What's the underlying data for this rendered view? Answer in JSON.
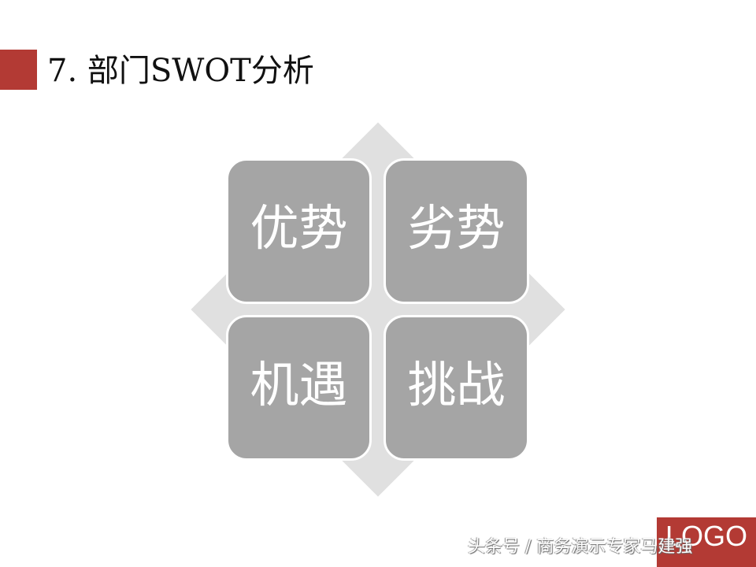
{
  "slide": {
    "title": "7. 部门SWOT分析",
    "accent_color": "#b33a34"
  },
  "swot": {
    "strengths": "优势",
    "weaknesses": "劣势",
    "opportunities": "机遇",
    "threats": "挑战",
    "box_color": "#a5a5a5",
    "diamond_color": "#e0e0e0"
  },
  "footer": {
    "logo": "LOGO",
    "watermark": "头条号 / 商务演示专家马建强"
  }
}
